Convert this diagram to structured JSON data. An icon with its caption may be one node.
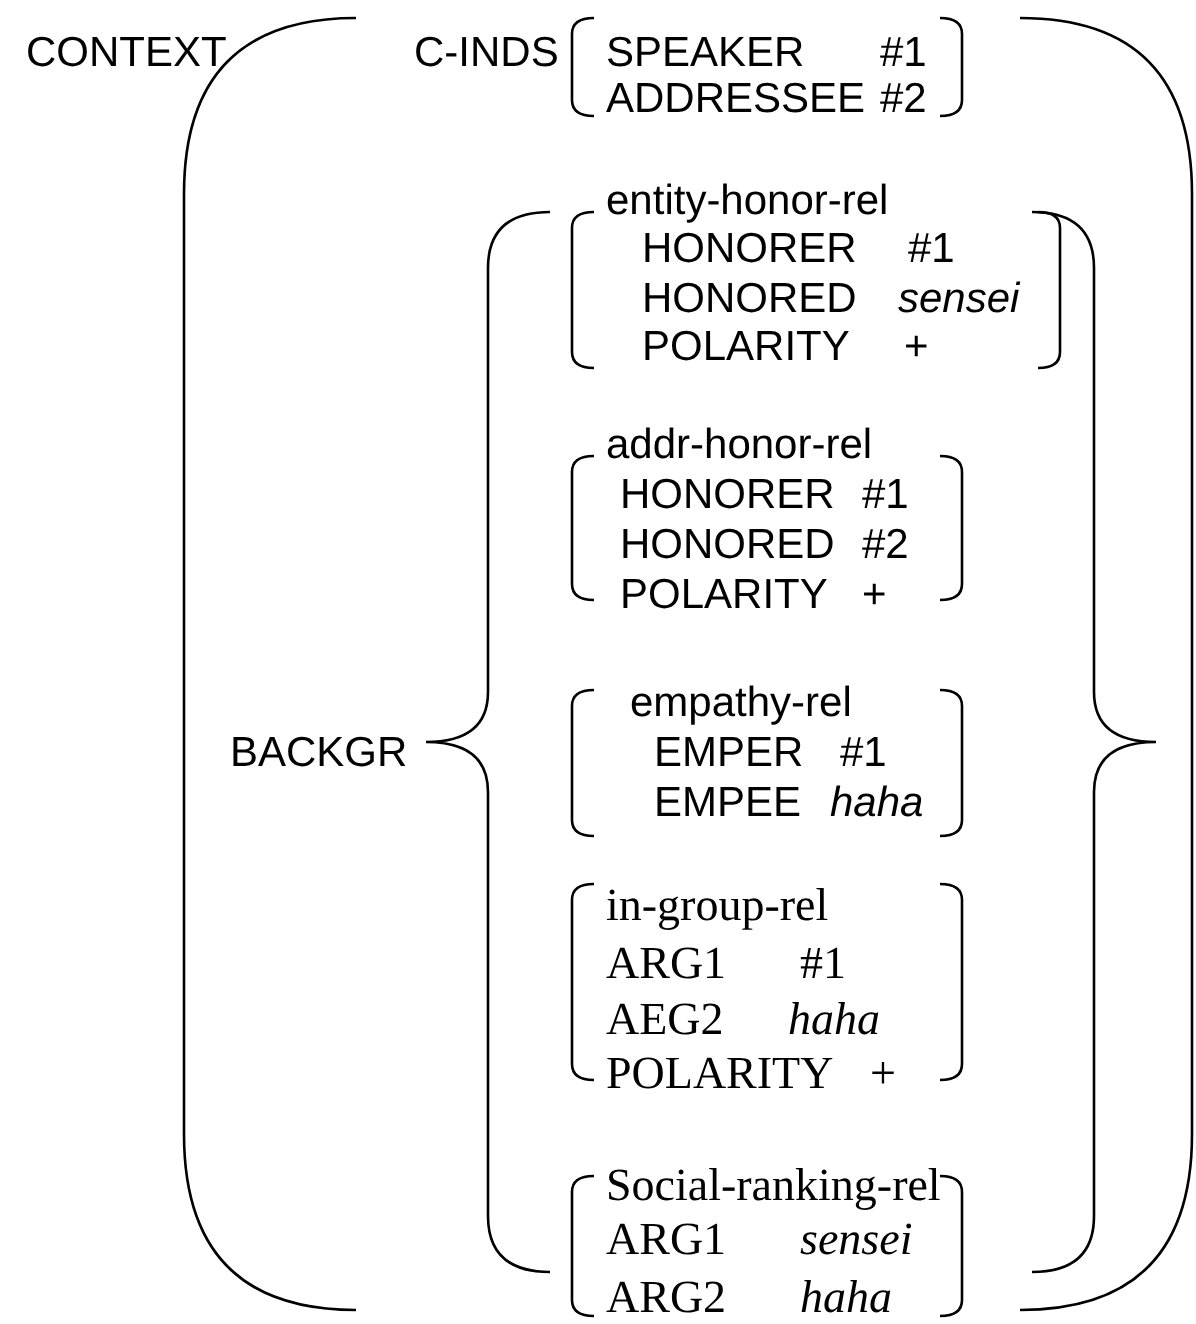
{
  "diagram": {
    "nodes": [
      {
        "text": [
          "CONTEXT"
        ]
      },
      {
        "text": [
          "C-INDS",
          "SPEAKER",
          "#1",
          "ADDRESSEE",
          "#2"
        ],
        "in": 0
      },
      {
        "text": [
          "BACKGR"
        ],
        "in": 0
      },
      {
        "text": [
          "entity-honor-rel",
          "HONORER",
          "#1",
          "HONORED",
          "sensei",
          "POLARITY",
          "+"
        ],
        "in": 2
      },
      {
        "text": [
          "addr-honor-rel",
          "HONORER",
          "#1",
          "HONORED",
          "#2",
          "POLARITY",
          "+"
        ],
        "in": 2
      },
      {
        "text": [
          "empathy-rel",
          "EMPER",
          "#1",
          "EMPEE",
          "haha"
        ],
        "in": 2
      },
      {
        "text": [
          "in-group-rel",
          "ARG1",
          "#1",
          "AEG2",
          "haha",
          "POLARITY",
          "+"
        ],
        "in": 2
      },
      {
        "text": [
          "Social-ranking-rel",
          "ARG1",
          "sensei",
          "ARG2",
          "haha"
        ],
        "in": 2
      }
    ]
  }
}
